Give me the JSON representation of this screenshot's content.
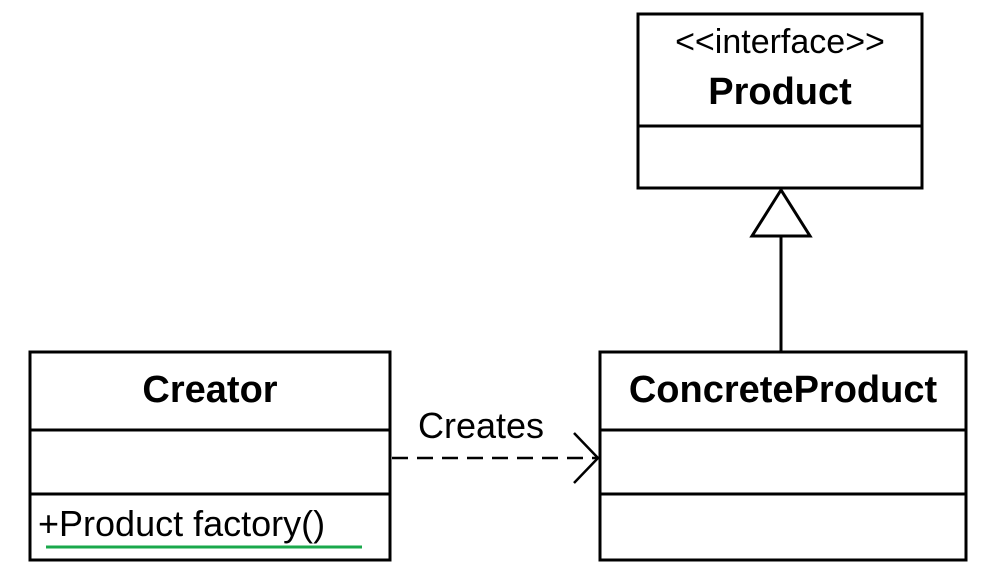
{
  "product": {
    "stereotype": "<<interface>>",
    "name": "Product"
  },
  "creator": {
    "name": "Creator",
    "operation": "+Product factory()"
  },
  "concrete_product": {
    "name": "ConcreteProduct"
  },
  "relationships": {
    "creates_label": "Creates"
  },
  "colors": {
    "stroke": "#000000",
    "spellcheck_underline": "#1aa84b"
  }
}
